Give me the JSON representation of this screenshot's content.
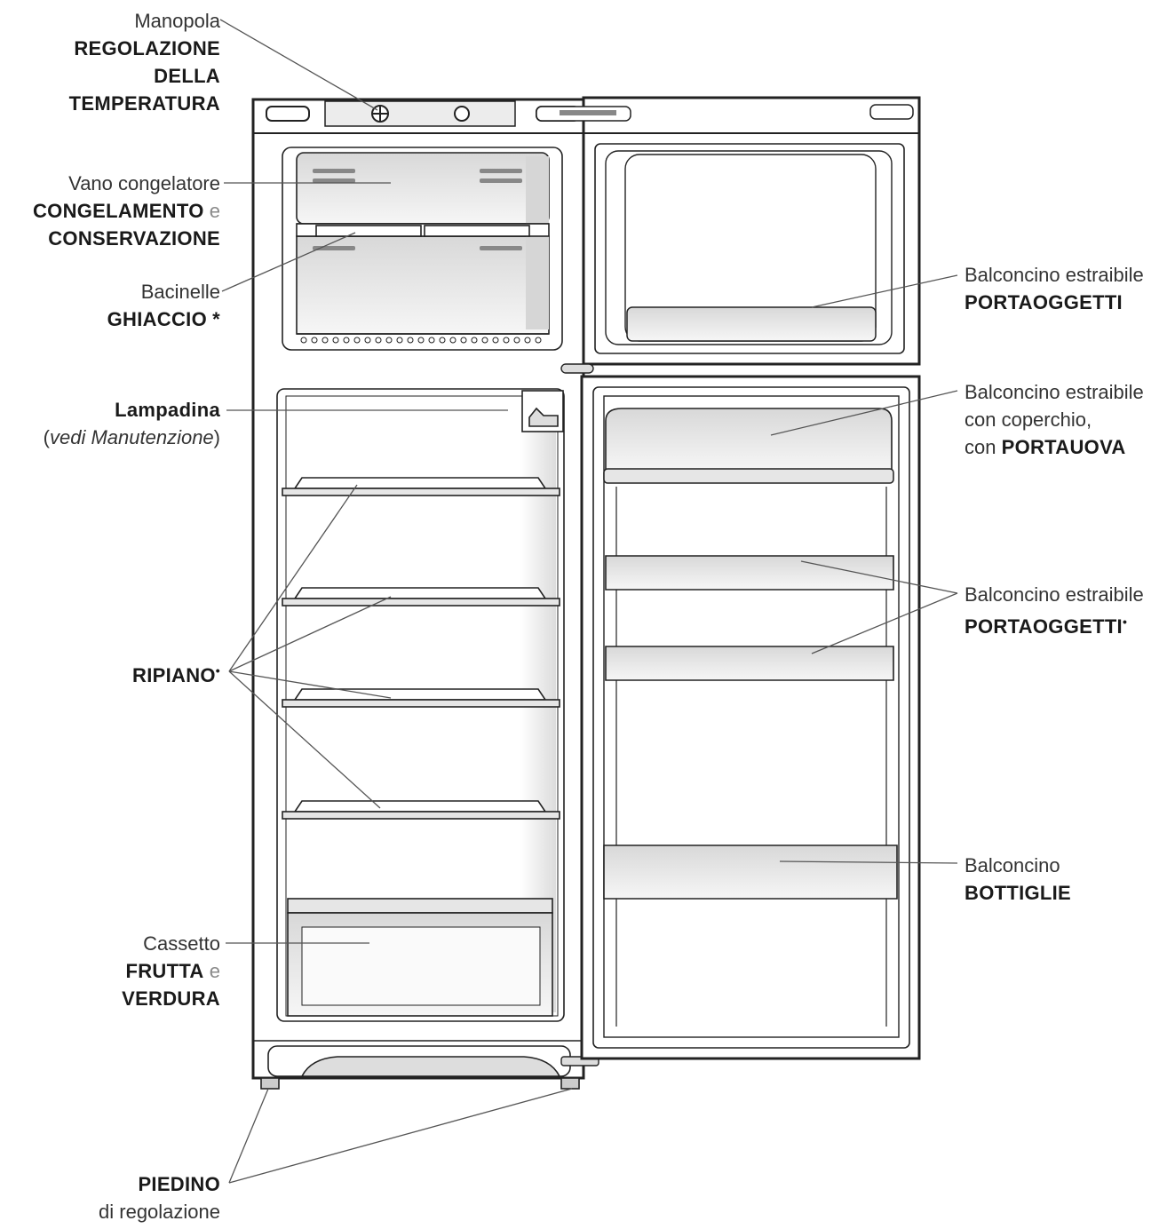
{
  "labels": {
    "manopola": {
      "line1": "Manopola",
      "line2": "REGOLAZIONE",
      "line3": "DELLA",
      "line4": "TEMPERATURA"
    },
    "vano": {
      "line1": "Vano congelatore",
      "line2": "CONGELAMENTO",
      "line2_suffix": "e",
      "line3": "CONSERVAZIONE"
    },
    "bacinelle": {
      "line1": "Bacinelle",
      "line2": "GHIACCIO",
      "line2_mark": "*"
    },
    "lampadina": {
      "line1": "Lampadina",
      "line2_open": "(",
      "line2_italic": "vedi Manutenzione",
      "line2_close": ")"
    },
    "ripiano": {
      "line1": "RIPIANO",
      "mark": "•"
    },
    "cassetto": {
      "line1": "Cassetto",
      "line2": "FRUTTA",
      "line2_suffix": "e",
      "line3": "VERDURA"
    },
    "piedino": {
      "line1": "PIEDINO",
      "line2": "di regolazione"
    },
    "balc_top": {
      "line1": "Balconcino estraibile",
      "line2": "PORTAOGGETTI"
    },
    "balc_uova": {
      "line1": "Balconcino estraibile",
      "line2": "con coperchio,",
      "line3_prefix": "con",
      "line3": "PORTAUOVA"
    },
    "balc_mid": {
      "line1": "Balconcino estraibile",
      "line2": "PORTAOGGETTI",
      "mark": "•"
    },
    "balc_bott": {
      "line1": "Balconcino",
      "line2": "BOTTIGLIE"
    }
  },
  "colors": {
    "outline": "#222222",
    "leader": "#555555",
    "shade": "#e2e2e2",
    "text_light": "#8a8a8a"
  }
}
